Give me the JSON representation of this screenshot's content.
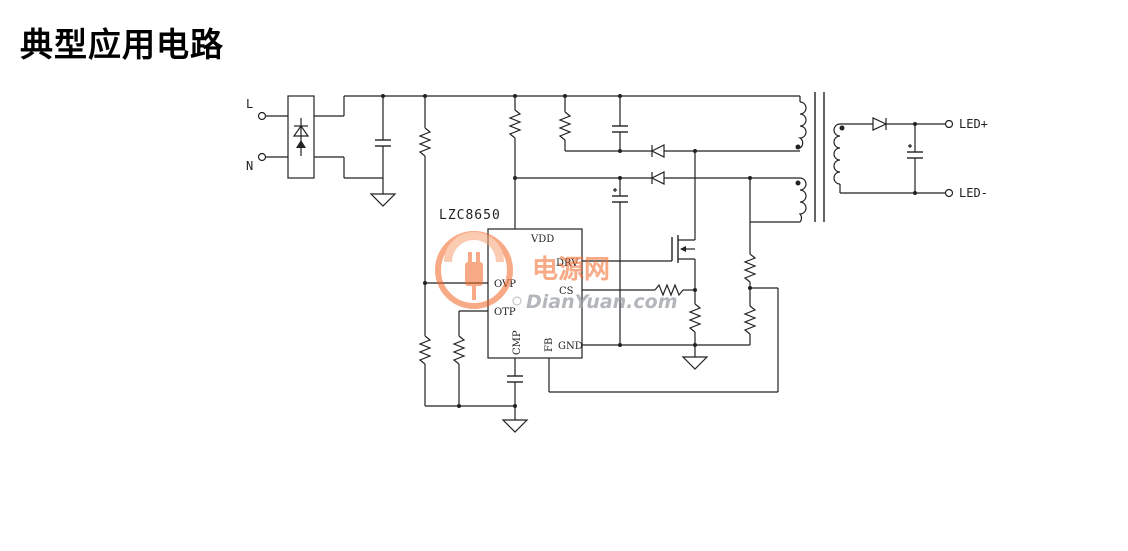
{
  "page": {
    "title": "典型应用电路"
  },
  "ic": {
    "name": "LZC8650",
    "pins": {
      "vdd": "VDD",
      "drv": "DRV",
      "ovp": "OVP",
      "cs": "CS",
      "otp": "OTP",
      "cmp": "CMP",
      "fb": "FB",
      "gnd": "GND"
    }
  },
  "terminals": {
    "line": "L",
    "neutral": "N",
    "led_pos": "LED+",
    "led_neg": "LED-"
  },
  "watermark": {
    "logo_text": "电源网",
    "site": "DianYuan.com",
    "accent_color": "#f26522"
  },
  "colors": {
    "line": "#222222",
    "background": "#ffffff"
  }
}
